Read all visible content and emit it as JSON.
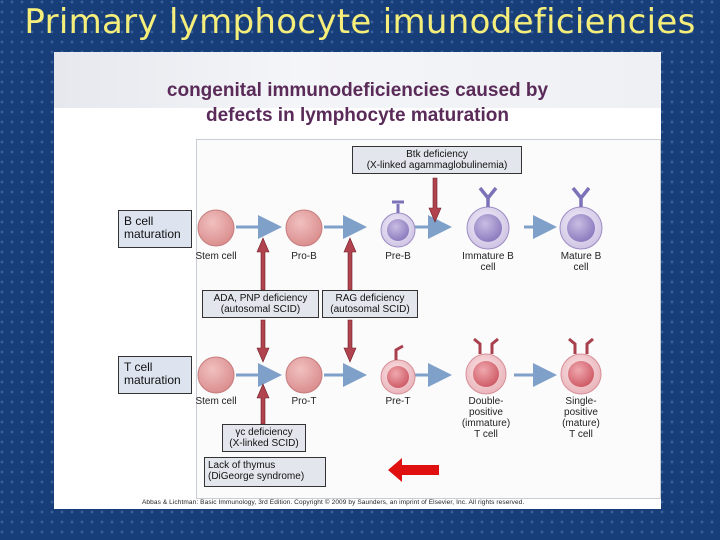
{
  "slide": {
    "title": "Primary lymphocyte imunodeficiencies"
  },
  "figure": {
    "heading_line1": "congenital immunodeficiencies caused by",
    "heading_line2": "defects in lymphocyte maturation",
    "b_row": {
      "label": "B cell\nmaturation",
      "cells": [
        "Stem cell",
        "Pro-B",
        "Pre-B",
        "Immature B\ncell",
        "Mature B\ncell"
      ]
    },
    "t_row": {
      "label": "T cell\nmaturation",
      "cells": [
        "Stem cell",
        "Pro-T",
        "Pre-T",
        "Double-\npositive\n(immature)\nT cell",
        "Single-\npositive\n(mature)\nT cell"
      ]
    },
    "deficiencies": {
      "btk": "Btk deficiency\n(X-linked agammaglobulinemia)",
      "ada": "ADA, PNP deficiency\n(autosomal SCID)",
      "rag": "RAG deficiency\n(autosomal SCID)",
      "gamma_c": "γc deficiency\n(X-linked SCID)",
      "thymus": "Lack of thymus\n(DiGeorge syndrome)"
    },
    "credit": "Abbas & Lichtman: Basic Immunology, 3rd Edition. Copyright © 2009 by Saunders, an imprint of Elsevier, Inc. All rights reserved."
  },
  "colors": {
    "title": "#f5ee7a",
    "background": "#173e78",
    "heading": "#5a2a58",
    "stem_cell": "#e8a4a4",
    "b_cell": "#b9a9d6",
    "t_cell": "#e07d85",
    "block_arrow": "#b0434d",
    "highlight_arrow": "#e01010"
  }
}
